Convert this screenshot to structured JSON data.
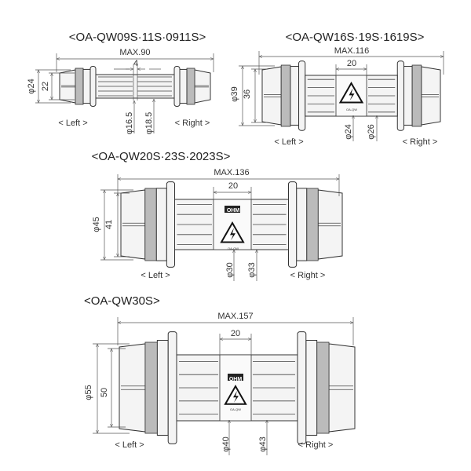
{
  "models": [
    {
      "title": "<OA-QW09S·11S·0911S>",
      "max": "MAX.90",
      "center_dim": "4",
      "outer_dia": "φ24",
      "inner_dia": "22",
      "shaft_dia_1": "φ16.5",
      "shaft_dia_2": "φ18.5",
      "left": "< Left >",
      "right": "< Right >"
    },
    {
      "title": "<OA-QW16S·19S·1619S>",
      "max": "MAX.116",
      "center_dim": "20",
      "outer_dia": "φ39",
      "inner_dia": "36",
      "shaft_dia_1": "φ24",
      "shaft_dia_2": "φ26",
      "left": "< Left >",
      "right": "< Right >",
      "label_text": "OA-QW"
    },
    {
      "title": "<OA-QW20S·23S·2023S>",
      "max": "MAX.136",
      "center_dim": "20",
      "outer_dia": "φ45",
      "inner_dia": "41",
      "shaft_dia_1": "φ30",
      "shaft_dia_2": "φ33",
      "left": "< Left >",
      "right": "< Right >",
      "logo": "OHM",
      "label_text": "OA-QW"
    },
    {
      "title": "<OA-QW30S>",
      "max": "MAX.157",
      "center_dim": "20",
      "outer_dia": "φ55",
      "inner_dia": "50",
      "shaft_dia_1": "φ40",
      "shaft_dia_2": "φ43",
      "left": "< Left >",
      "right": "< Right >",
      "logo": "OHM",
      "label_text": "OA-QW"
    }
  ]
}
